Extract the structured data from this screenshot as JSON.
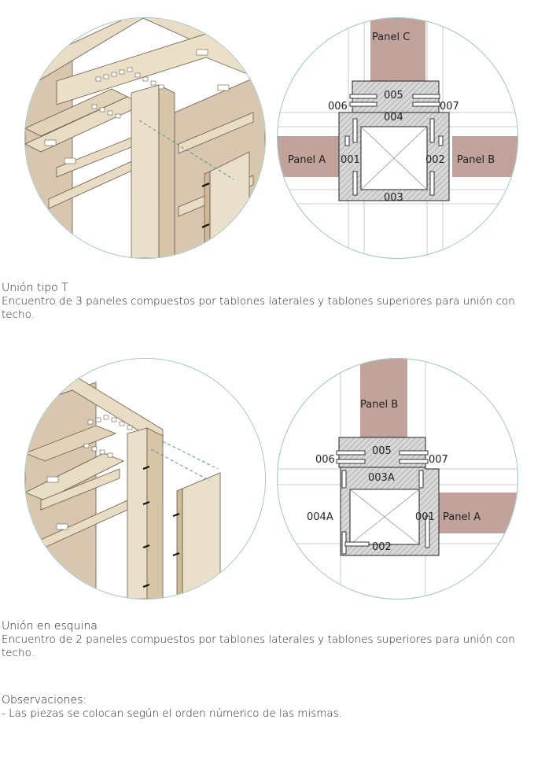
{
  "colors": {
    "wood_light": "#e9dcc4",
    "wood_shade": "#d2c0a2",
    "panel_fill": "#c2a39b",
    "hatch_bg": "#d8d8d8",
    "circle_border": "#9cc7c2",
    "dashed_line": "#4a8f9a"
  },
  "section_t": {
    "title": "Unión tipo T",
    "description": "Encuentro de 3 paneles compuestos por tablones laterales y tablones superiores para unión con techo.",
    "plan_labels": {
      "panel_c": "Panel C",
      "panel_a": "Panel A",
      "panel_b": "Panel B",
      "p001": "001",
      "p002": "002",
      "p003": "003",
      "p004": "004",
      "p005": "005",
      "p006": "006",
      "p007": "007"
    }
  },
  "section_corner": {
    "title": "Unión en esquina",
    "description": "Encuentro de 2 paneles compuestos por tablones laterales y tablones superiores para unión con techo.",
    "plan_labels": {
      "panel_b": "Panel B",
      "panel_a": "Panel A",
      "p001": "001",
      "p002": "002",
      "p003a": "003A",
      "p004a": "004A",
      "p005": "005",
      "p006": "006",
      "p007": "007"
    }
  },
  "observations": {
    "title": "Observaciones:",
    "note": "- Las piezas se colocan según el orden númerico de las mismas."
  }
}
